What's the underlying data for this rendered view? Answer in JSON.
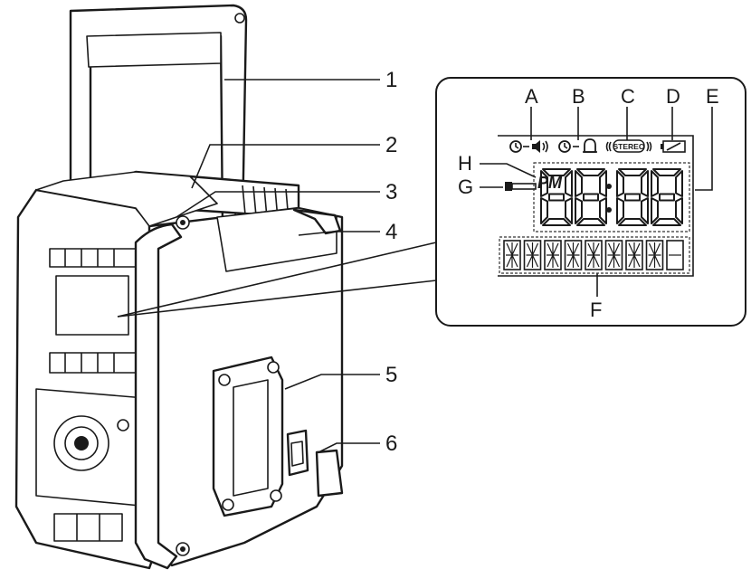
{
  "callouts": {
    "c1": "1",
    "c2": "2",
    "c3": "3",
    "c4": "4",
    "c5": "5",
    "c6": "6"
  },
  "display_labels": {
    "A": "A",
    "B": "B",
    "C": "C",
    "D": "D",
    "E": "E",
    "F": "F",
    "G": "G",
    "H": "H"
  },
  "display": {
    "pm": "PM",
    "stereo": "STEREO",
    "clock": "88:88"
  }
}
